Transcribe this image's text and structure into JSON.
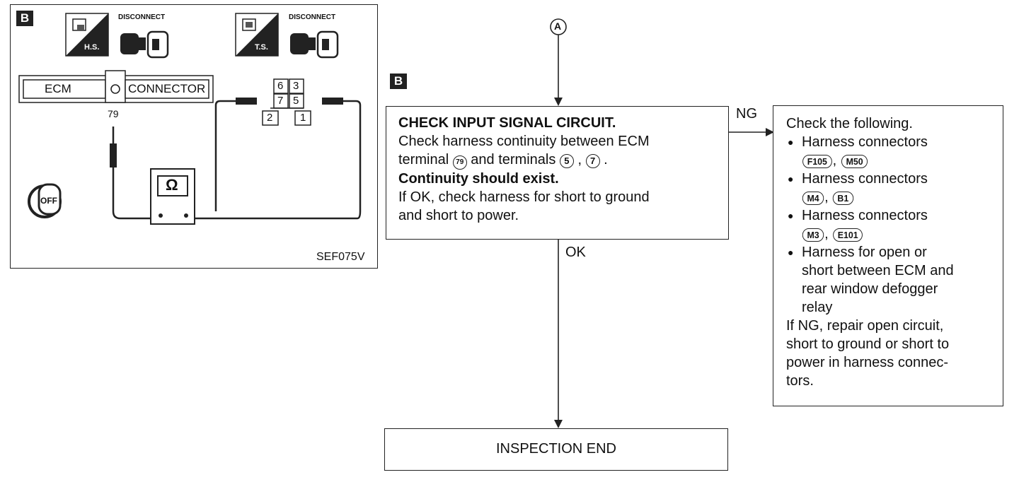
{
  "inset": {
    "label": "B",
    "hs_label": "H.S.",
    "ts_label": "T.S.",
    "disconnect_1": "DISCONNECT",
    "disconnect_2": "DISCONNECT",
    "ecm_label": "ECM",
    "connector_label": "CONNECTOR",
    "terminal_79": "79",
    "relay_pins": [
      "6",
      "3",
      "7",
      "5",
      "2",
      "1"
    ],
    "ohm_symbol": "Ω",
    "ignition": "OFF",
    "figure_code": "SEF075V"
  },
  "flow": {
    "entry_marker": "A",
    "step_label": "B",
    "check_box": {
      "title": "CHECK INPUT SIGNAL CIRCUIT.",
      "line1": "Check harness continuity between ECM",
      "line2_pre": "terminal",
      "line2_terminal": "79",
      "line2_mid": "and terminals",
      "line2_t5": "5",
      "line2_t7": "7",
      "requirement": "Continuity should exist.",
      "line4": "If OK, check harness for short to ground",
      "line5": "and short to power."
    },
    "ng_label": "NG",
    "ok_label": "OK",
    "ng_box": {
      "intro": "Check the following.",
      "items": [
        {
          "text": "Harness connectors",
          "connectors": [
            "F105",
            "M50"
          ]
        },
        {
          "text": "Harness connectors",
          "connectors": [
            "M4",
            "B1"
          ]
        },
        {
          "text": "Harness connectors",
          "connectors": [
            "M3",
            "E101"
          ]
        }
      ],
      "last_item": [
        "Harness for open or",
        "short between ECM and",
        "rear window defogger",
        "relay"
      ],
      "repair": [
        "If NG, repair open circuit,",
        "short to ground or short to",
        "power in harness connec-",
        "tors."
      ]
    },
    "end_box": "INSPECTION END"
  }
}
